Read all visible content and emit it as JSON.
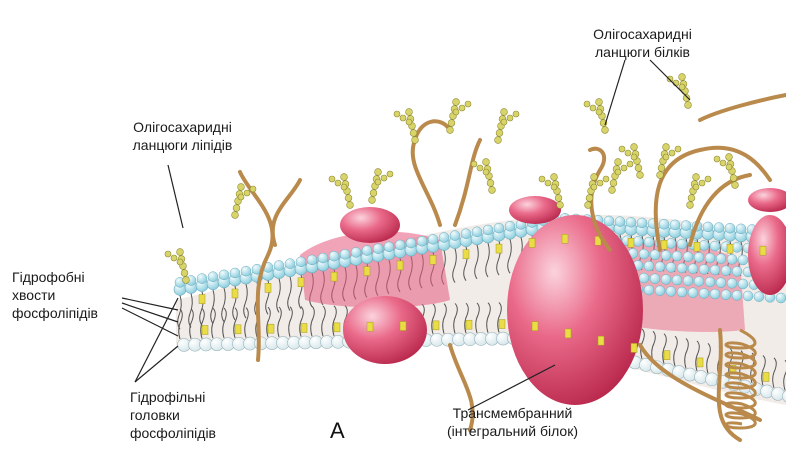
{
  "labels": {
    "oligo_lipids": [
      "Олігосахаридні",
      "ланцюги ліпідів"
    ],
    "oligo_proteins": [
      "Олігосахаридні",
      "ланцюги білків"
    ],
    "hydrophobic": [
      "Гідрофобні",
      "хвости",
      "фосфоліпідів"
    ],
    "hydrophilic": [
      "Гідрофільні",
      "головки",
      "фосфоліпідів"
    ],
    "transmembrane": [
      "Трансмембранний",
      "(інтегральний білок)"
    ]
  },
  "panel_letter": "А",
  "colors": {
    "head": "#b9e4ee",
    "head_inner": "#e8f6fa",
    "tail": "#555555",
    "yellow": "#e9dc45",
    "protein": "#e0476b",
    "protein_light": "#f6b7c6",
    "chain": "#b98a4c",
    "sugar": "#d8d46a"
  }
}
